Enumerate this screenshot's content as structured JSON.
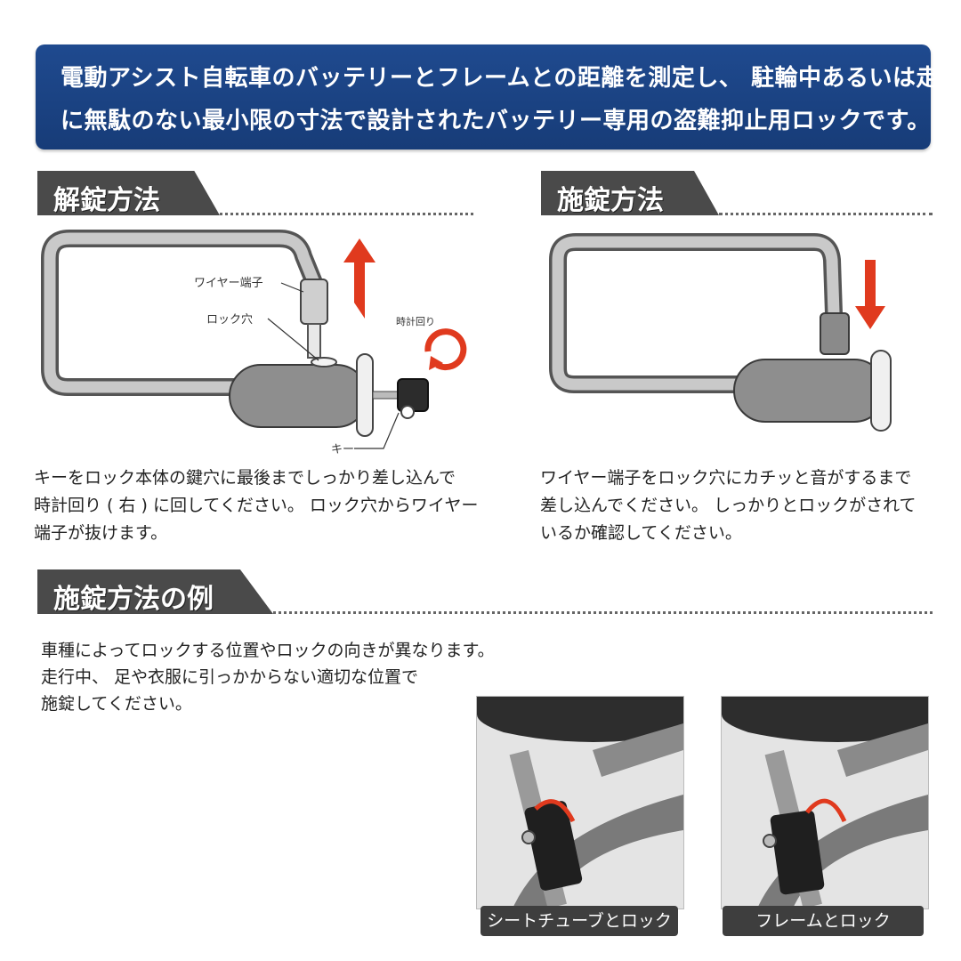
{
  "banner": {
    "line1": "電動アシスト自転車のバッテリーとフレームとの距離を測定し、 駐輪中あるいは走行中",
    "line2": "に無駄のない最小限の寸法で設計されたバッテリー専用の盗難抑止用ロックです。",
    "color": "#1f4a8f"
  },
  "unlock": {
    "title": "解錠方法",
    "labels": {
      "wire_terminal": "ワイヤー端子",
      "lock_hole": "ロック穴",
      "clockwise": "時計回り",
      "key": "キー"
    },
    "desc": [
      "キーをロック本体の鍵穴に最後までしっかり差し込んで",
      "時計回り ( 右 ) に回してください。 ロック穴からワイヤー",
      "端子が抜けます。"
    ]
  },
  "lock": {
    "title": "施錠方法",
    "desc": [
      "ワイヤー端子をロック穴にカチッと音がするまで",
      "差し込んでください。 しっかりとロックがされて",
      "いるか確認してください。"
    ]
  },
  "examples": {
    "title": "施錠方法の例",
    "desc": [
      "車種によってロックする位置やロックの向きが異なります。",
      "走行中、 足や衣服に引っかからない適切な位置で",
      "施錠してください。"
    ],
    "photos": [
      {
        "caption": "シートチューブとロック"
      },
      {
        "caption": "フレームとロック"
      }
    ]
  },
  "colors": {
    "arrow": "#e03a1e",
    "tab": "#4a4a4a"
  }
}
